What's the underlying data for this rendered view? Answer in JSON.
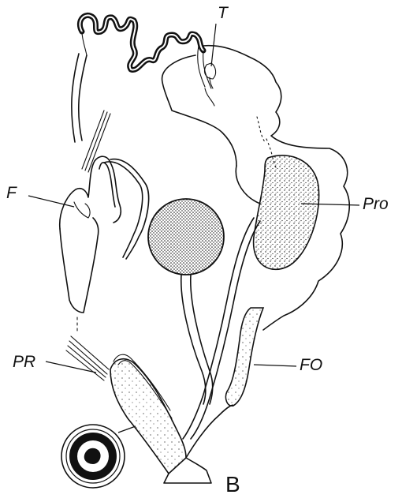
{
  "labels": {
    "t": "T",
    "f": "F",
    "pro": "Pro",
    "pr": "PR",
    "fo": "FO"
  },
  "panel_letter": "B",
  "colors": {
    "ink": "#111111",
    "background": "#ffffff"
  }
}
